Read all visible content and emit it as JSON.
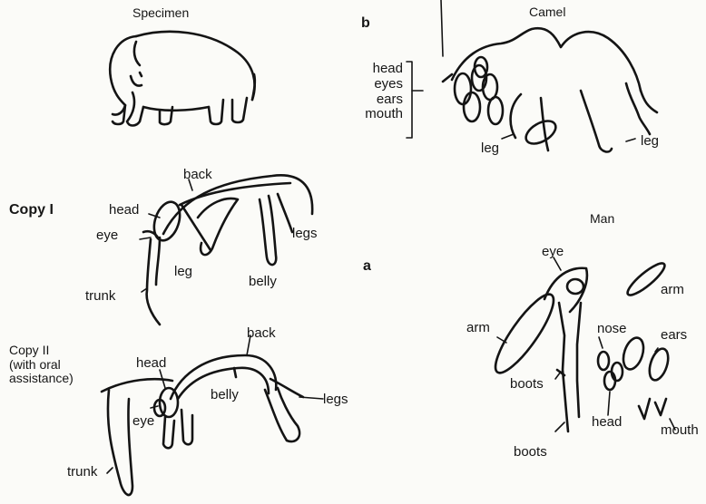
{
  "panels": {
    "specimen": {
      "title": "Specimen"
    },
    "copy1": {
      "title": "Copy I",
      "labels": {
        "back": "back",
        "head": "head",
        "eye": "eye",
        "legs": "legs",
        "leg": "leg",
        "belly": "belly",
        "trunk": "trunk"
      }
    },
    "copy2": {
      "title_lines": [
        "Copy II",
        "(with oral",
        "assistance)"
      ],
      "labels": {
        "back": "back",
        "head": "head",
        "belly": "belly",
        "legs": "legs",
        "eye": "eye",
        "trunk": "trunk"
      }
    },
    "camel": {
      "letter": "b",
      "title": "Camel",
      "bracket_items": [
        "head",
        "eyes",
        "ears",
        "mouth"
      ],
      "labels": {
        "leg_left": "leg",
        "leg_right": "leg"
      }
    },
    "man": {
      "letter": "a",
      "title": "Man",
      "labels": {
        "eye": "eye",
        "arm_right": "arm",
        "arm_left": "arm",
        "nose": "nose",
        "ears": "ears",
        "boots_upper": "boots",
        "boots_lower": "boots",
        "head": "head",
        "mouth": "mouth"
      }
    }
  }
}
